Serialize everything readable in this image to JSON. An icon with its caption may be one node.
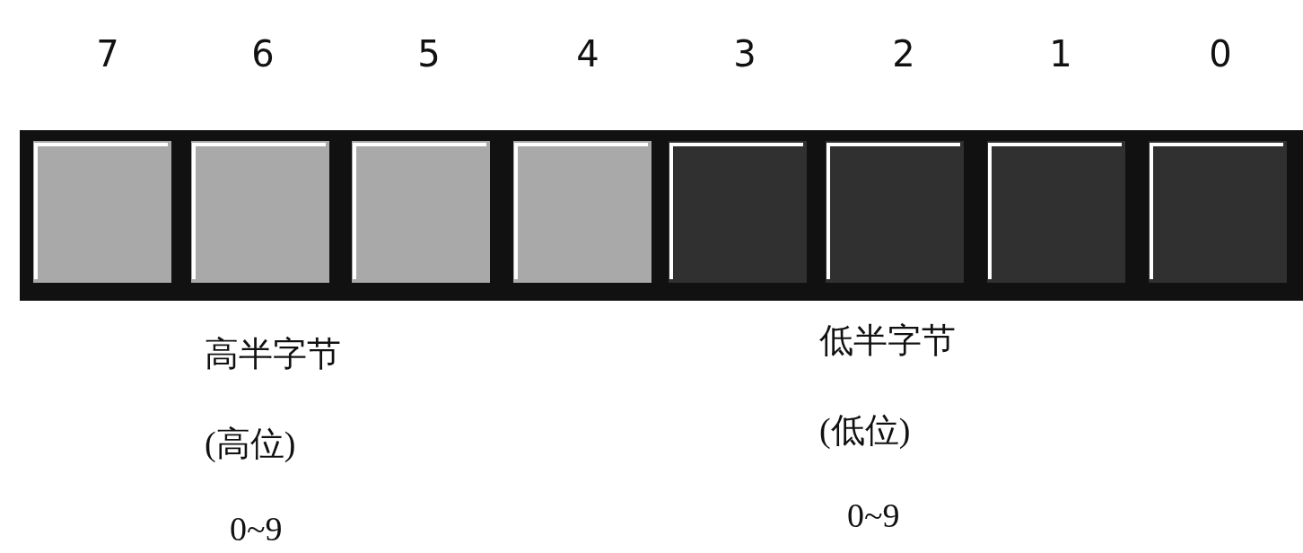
{
  "diagram": {
    "labels": [
      "7",
      "6",
      "5",
      "4",
      "3",
      "2",
      "1",
      "0",
      "高半字节",
      "低半字节",
      "(高位)",
      "(低位)",
      "0~9",
      "0~9"
    ]
  }
}
